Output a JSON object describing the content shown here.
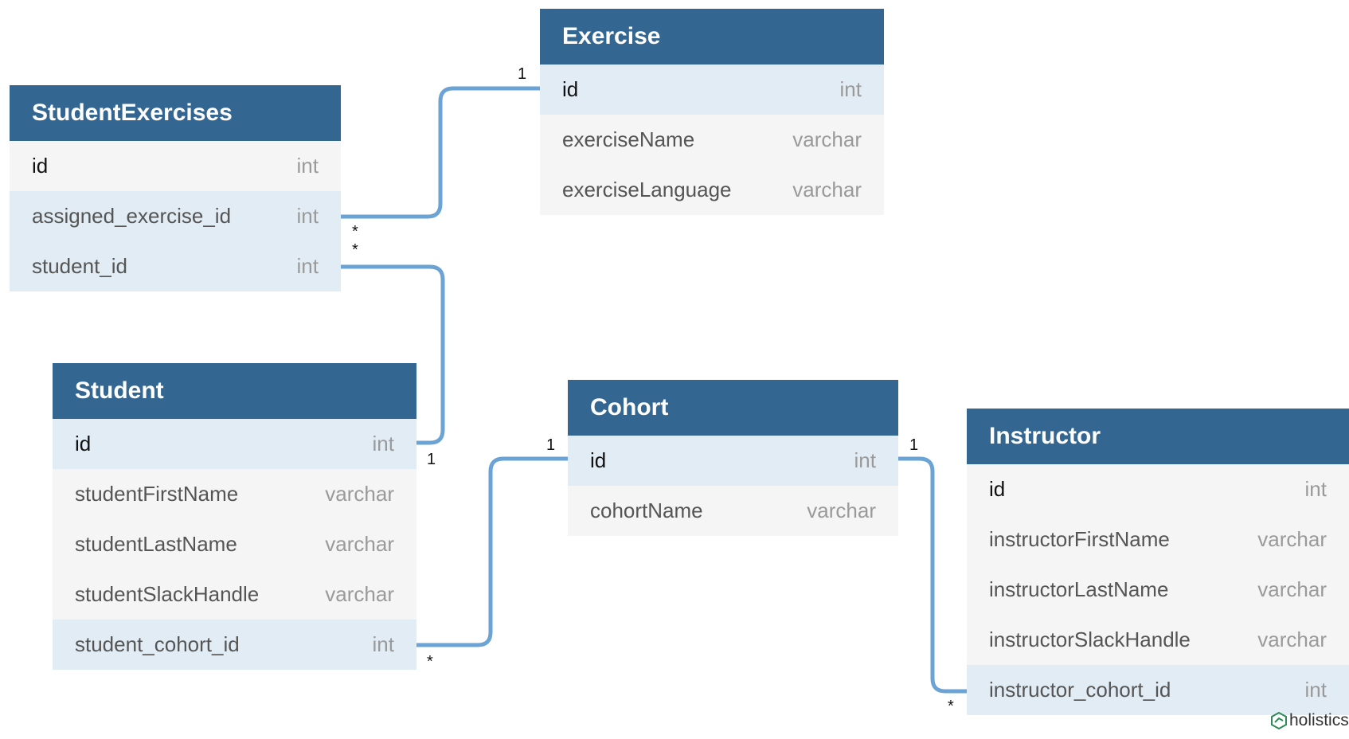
{
  "tables": {
    "student_exercises": {
      "name": "StudentExercises",
      "fields": [
        {
          "name": "id",
          "type": "int"
        },
        {
          "name": "assigned_exercise_id",
          "type": "int"
        },
        {
          "name": "student_id",
          "type": "int"
        }
      ]
    },
    "exercise": {
      "name": "Exercise",
      "fields": [
        {
          "name": "id",
          "type": "int"
        },
        {
          "name": "exerciseName",
          "type": "varchar"
        },
        {
          "name": "exerciseLanguage",
          "type": "varchar"
        }
      ]
    },
    "student": {
      "name": "Student",
      "fields": [
        {
          "name": "id",
          "type": "int"
        },
        {
          "name": "studentFirstName",
          "type": "varchar"
        },
        {
          "name": "studentLastName",
          "type": "varchar"
        },
        {
          "name": "studentSlackHandle",
          "type": "varchar"
        },
        {
          "name": "student_cohort_id",
          "type": "int"
        }
      ]
    },
    "cohort": {
      "name": "Cohort",
      "fields": [
        {
          "name": "id",
          "type": "int"
        },
        {
          "name": "cohortName",
          "type": "varchar"
        }
      ]
    },
    "instructor": {
      "name": "Instructor",
      "fields": [
        {
          "name": "id",
          "type": "int"
        },
        {
          "name": "instructorFirstName",
          "type": "varchar"
        },
        {
          "name": "instructorLastName",
          "type": "varchar"
        },
        {
          "name": "instructorSlackHandle",
          "type": "varchar"
        },
        {
          "name": "instructor_cohort_id",
          "type": "int"
        }
      ]
    }
  },
  "relationships": [
    {
      "from": "StudentExercises.assigned_exercise_id",
      "to": "Exercise.id",
      "from_card": "*",
      "to_card": "1"
    },
    {
      "from": "StudentExercises.student_id",
      "to": "Student.id",
      "from_card": "*",
      "to_card": "1"
    },
    {
      "from": "Student.student_cohort_id",
      "to": "Cohort.id",
      "from_card": "*",
      "to_card": "1"
    },
    {
      "from": "Instructor.instructor_cohort_id",
      "to": "Cohort.id",
      "from_card": "*",
      "to_card": "1"
    }
  ],
  "watermark": {
    "text": "holistics"
  },
  "colors": {
    "header": "#336791",
    "link": "#6aa3d4",
    "highlight_row": "#e1ecf4",
    "row": "#f5f5f5"
  }
}
